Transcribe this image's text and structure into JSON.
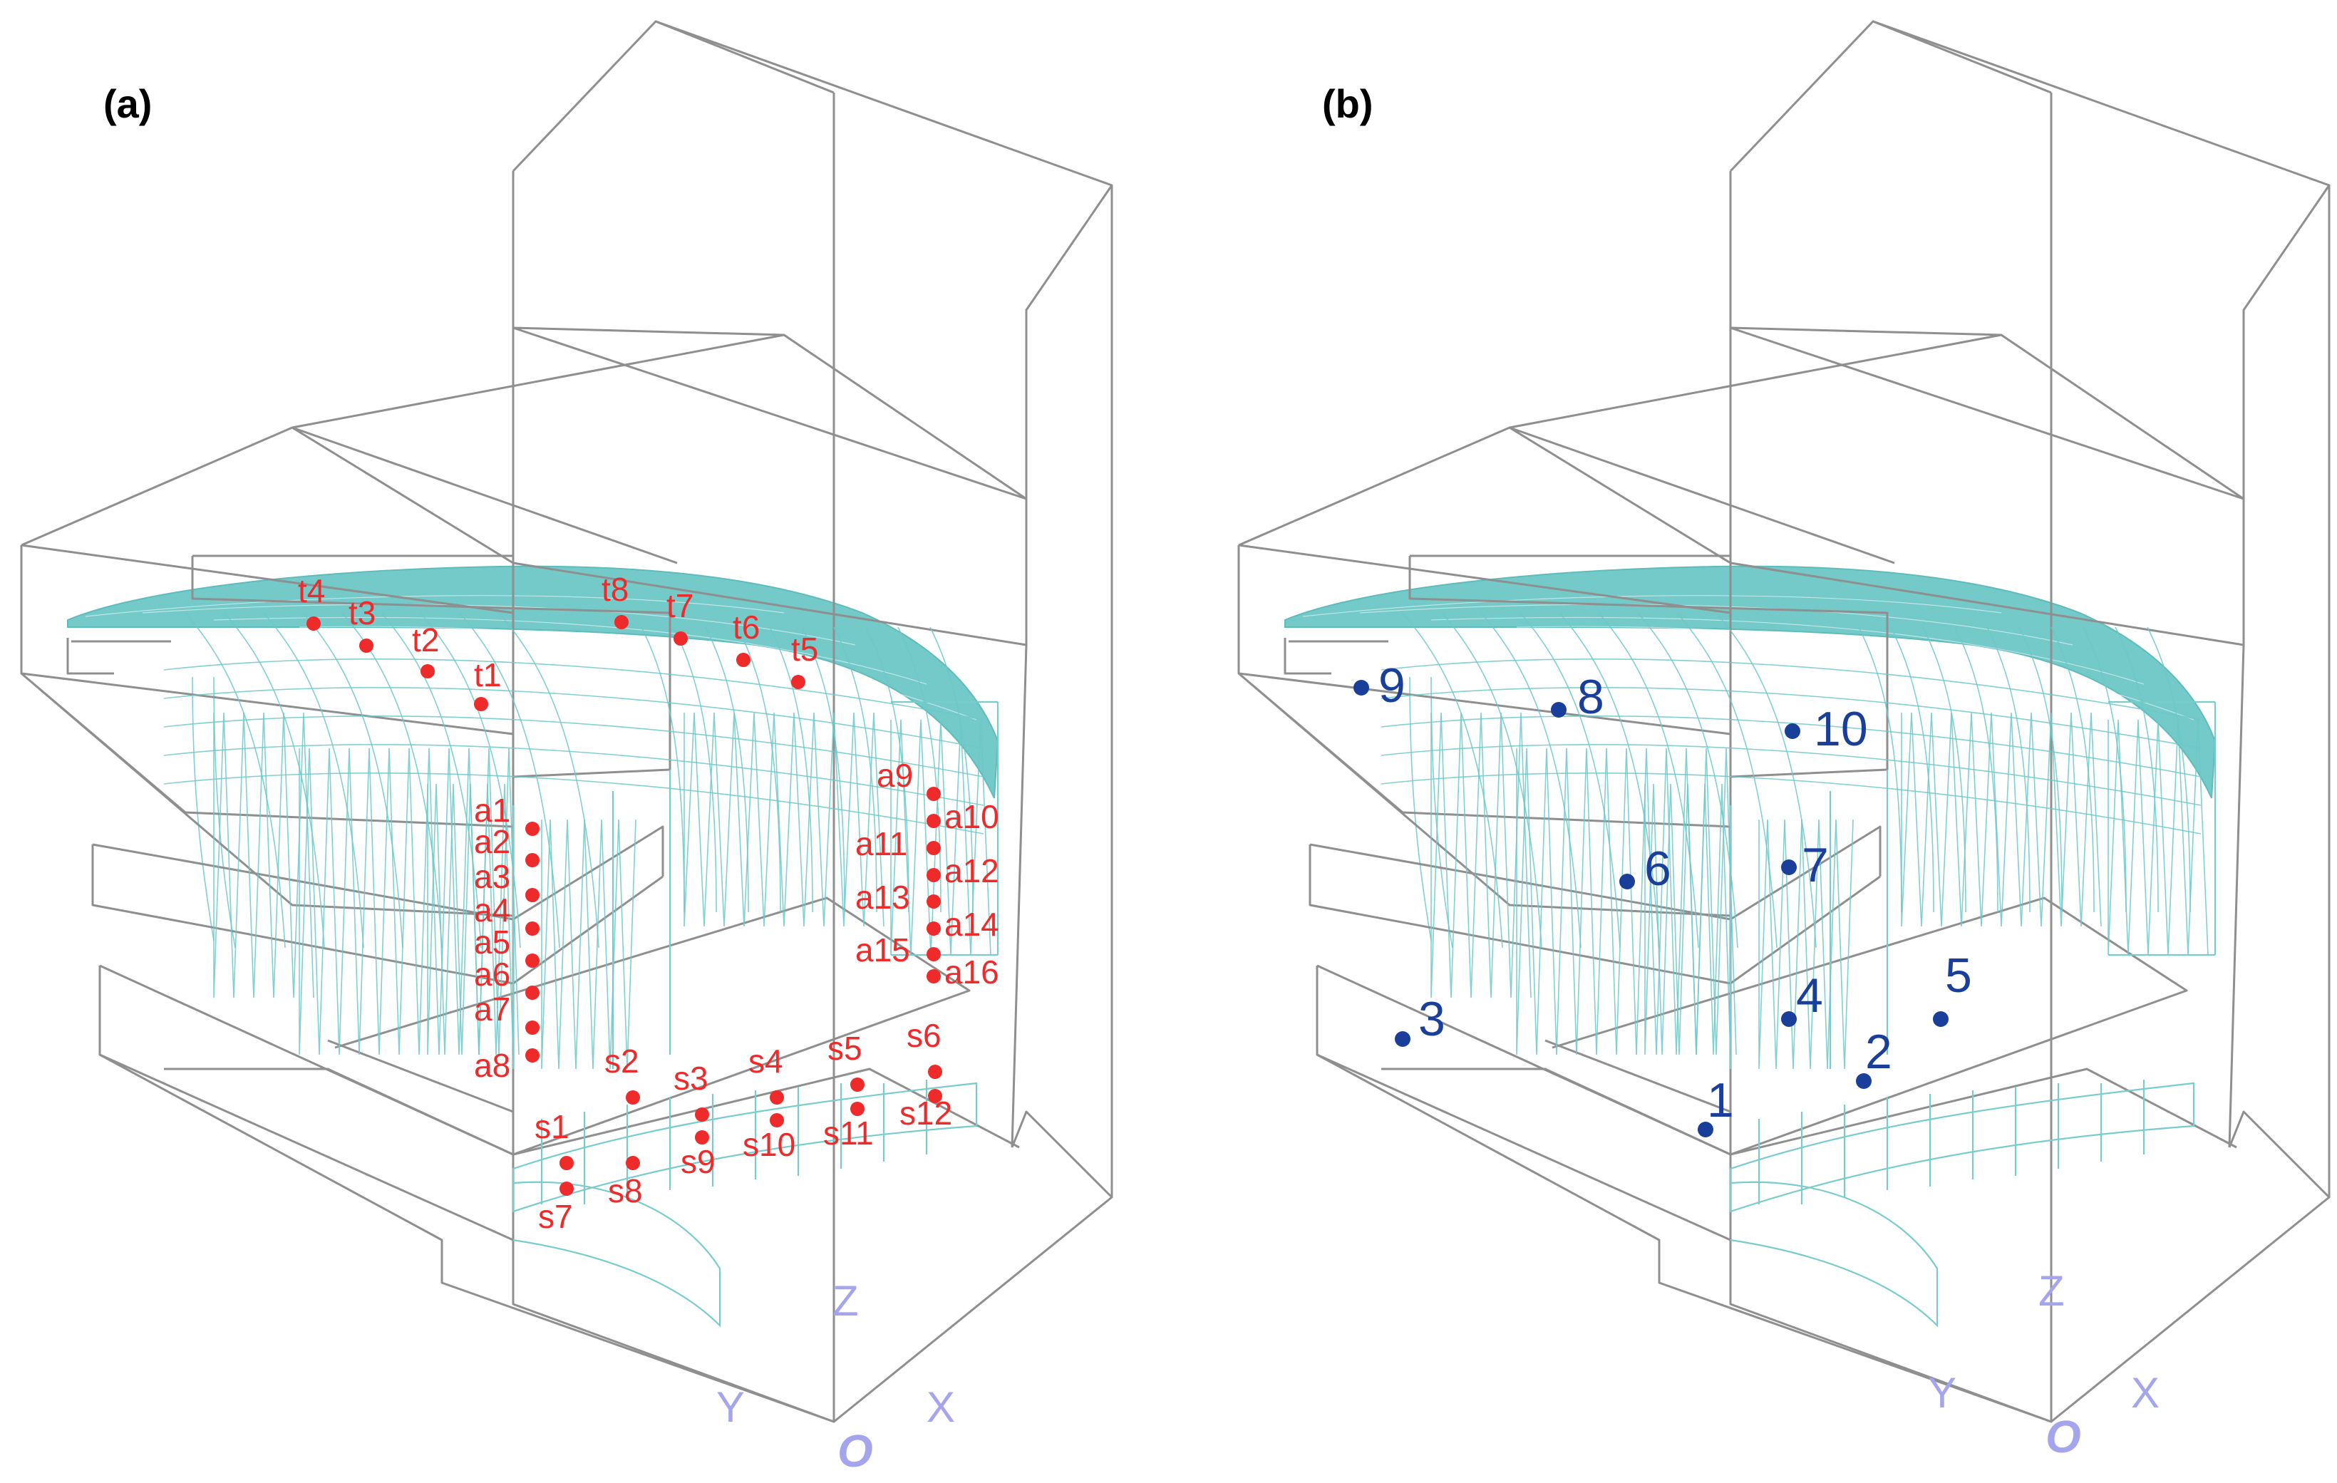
{
  "panels": [
    {
      "label": "(a)",
      "axes": {
        "z": "Z",
        "y": "Y",
        "x": "X",
        "origin": "O"
      },
      "points": [
        {
          "id": "t1"
        },
        {
          "id": "t2"
        },
        {
          "id": "t3"
        },
        {
          "id": "t4"
        },
        {
          "id": "t5"
        },
        {
          "id": "t6"
        },
        {
          "id": "t7"
        },
        {
          "id": "t8"
        },
        {
          "id": "a1"
        },
        {
          "id": "a2"
        },
        {
          "id": "a3"
        },
        {
          "id": "a4"
        },
        {
          "id": "a5"
        },
        {
          "id": "a6"
        },
        {
          "id": "a7"
        },
        {
          "id": "a8"
        },
        {
          "id": "a9"
        },
        {
          "id": "a10"
        },
        {
          "id": "a11"
        },
        {
          "id": "a12"
        },
        {
          "id": "a13"
        },
        {
          "id": "a14"
        },
        {
          "id": "a15"
        },
        {
          "id": "a16"
        },
        {
          "id": "s1"
        },
        {
          "id": "s2"
        },
        {
          "id": "s3"
        },
        {
          "id": "s4"
        },
        {
          "id": "s5"
        },
        {
          "id": "s6"
        },
        {
          "id": "s7"
        },
        {
          "id": "s8"
        },
        {
          "id": "s9"
        },
        {
          "id": "s10"
        },
        {
          "id": "s11"
        },
        {
          "id": "s12"
        }
      ]
    },
    {
      "label": "(b)",
      "axes": {
        "z": "Z",
        "y": "Y",
        "x": "X",
        "origin": "O"
      },
      "points": [
        {
          "id": "1"
        },
        {
          "id": "2"
        },
        {
          "id": "3"
        },
        {
          "id": "4"
        },
        {
          "id": "5"
        },
        {
          "id": "6"
        },
        {
          "id": "7"
        },
        {
          "id": "8"
        },
        {
          "id": "9"
        },
        {
          "id": "10"
        }
      ]
    }
  ],
  "colors": {
    "frame": "#8f8f8f",
    "roof_mesh": "#74c9c9",
    "panel_a_markers": "#ee2a2a",
    "panel_b_markers": "#1a3f9a",
    "axis_labels": "#a5a5ee"
  }
}
